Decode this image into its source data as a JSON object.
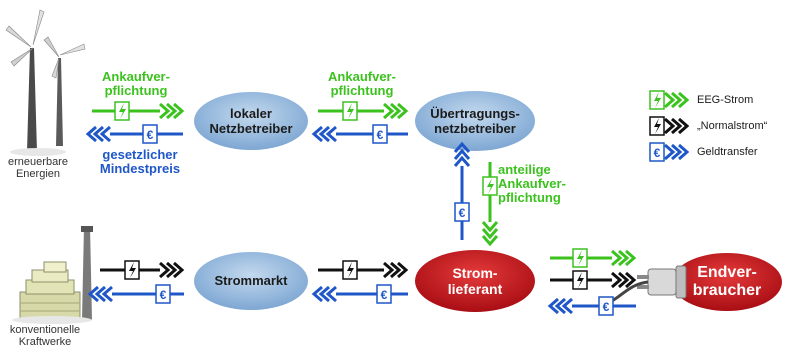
{
  "nodes": {
    "renewables": "erneuerbare\nEnergien",
    "conventional": "konventionelle\nKraftwerke",
    "local_operator": "lokaler\nNetzbetreiber",
    "transmission_operator": "Übertragungs-\nnetzbetreiber",
    "market": "Strommarkt",
    "supplier": "Strom-\nlieferant",
    "consumer": "Endver-\nbraucher"
  },
  "labels": {
    "purchase_obligation_1": "Ankaufver-\npflichtung",
    "purchase_obligation_2": "Ankaufver-\npflichtung",
    "minimum_price": "gesetzlicher\nMindestpreis",
    "proportional_obligation": "anteilige\nAnkaufver-\npflichtung"
  },
  "legend": {
    "eeg": "EEG-Strom",
    "normal": "„Normalstrom“",
    "money": "Geldtransfer"
  },
  "colors": {
    "green": "#3cc21e",
    "black": "#111111",
    "blue": "#1f57c8",
    "ellipse_blue": "#9dc0e0",
    "ellipse_red": "#c8141b"
  },
  "icons": {
    "power": "lightning-bolt",
    "money": "euro-sign"
  }
}
